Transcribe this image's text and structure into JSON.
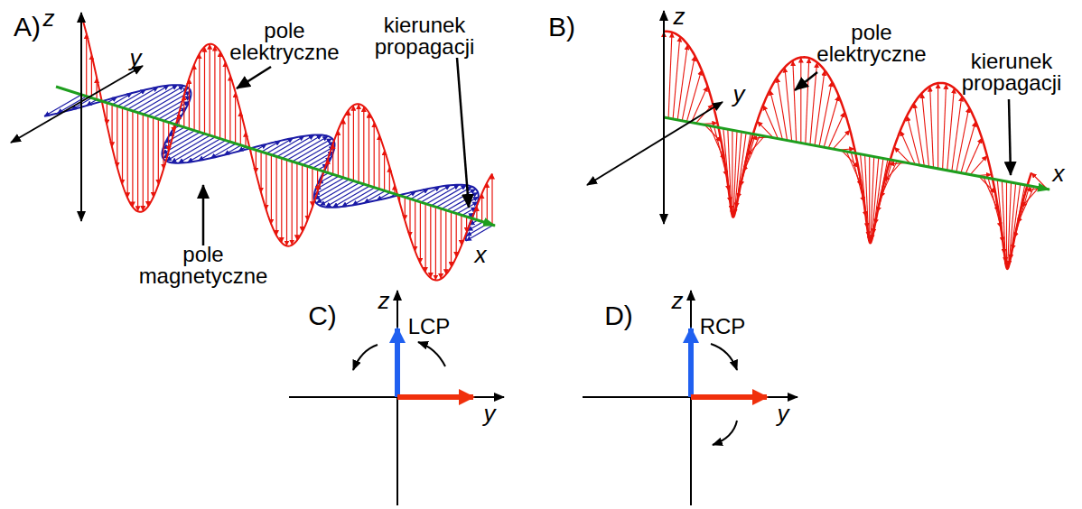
{
  "diagram": {
    "labels": [
      "A)",
      "z",
      "pole elektryczne",
      "kierunek propagacji",
      "y",
      "pole magnetyczne",
      "x",
      "B)",
      "z",
      "pole elektryczne",
      "y",
      "kierunek propagacji",
      "x",
      "C)",
      "z",
      "LCP",
      "y",
      "D)",
      "z",
      "RCP",
      "y"
    ]
  }
}
